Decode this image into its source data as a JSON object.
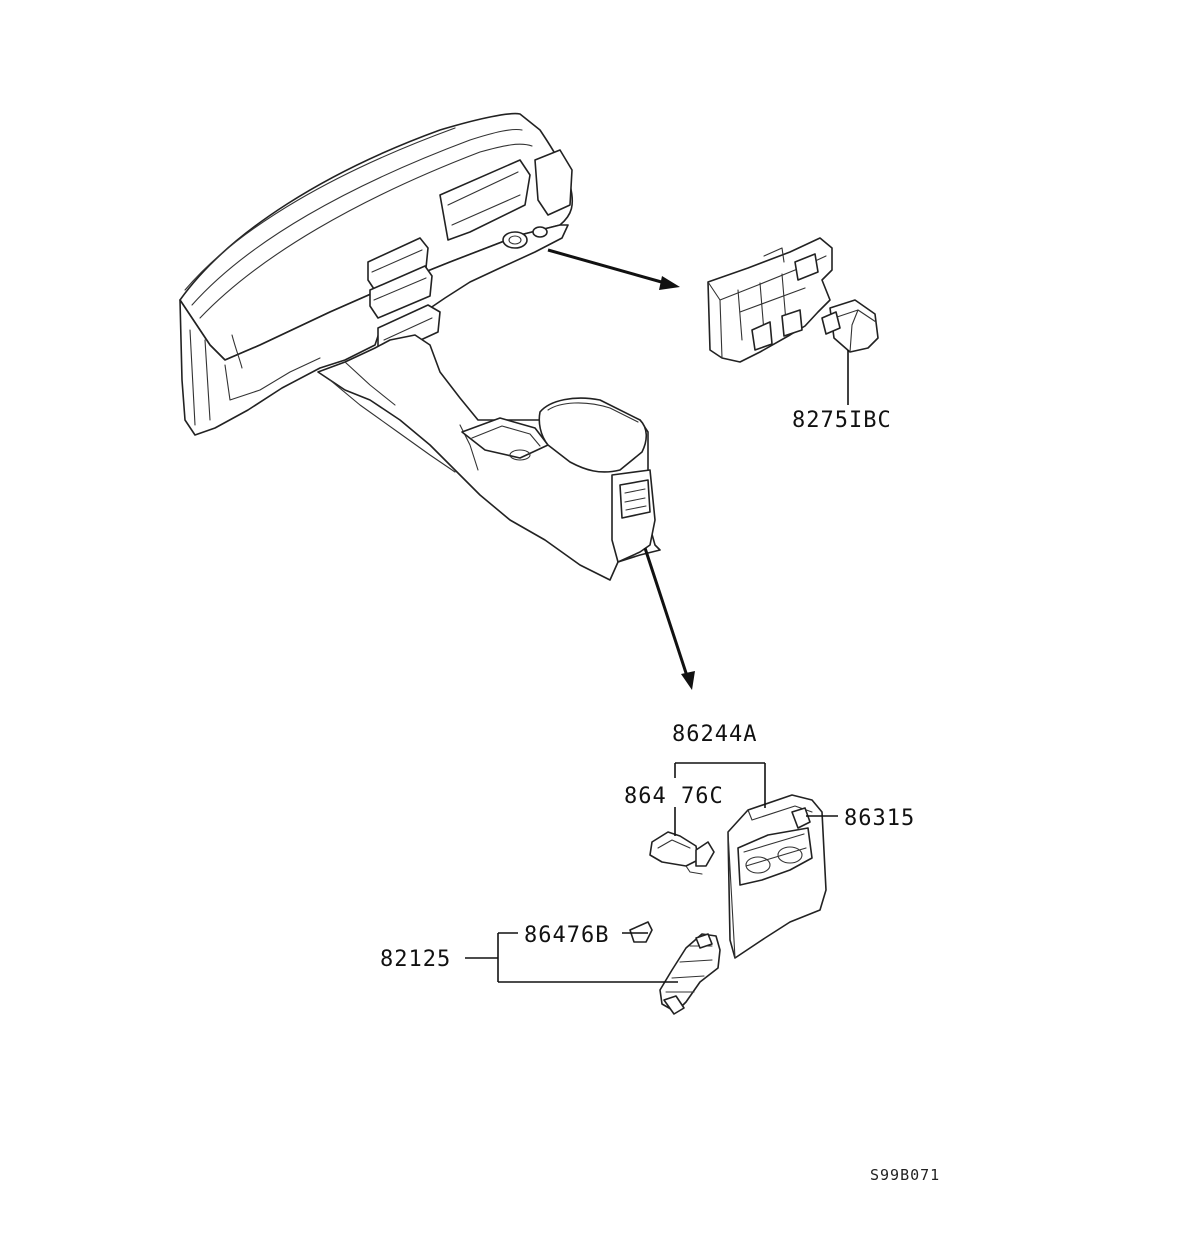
{
  "diagram": {
    "part_labels": {
      "p82751bc": "8275IBC",
      "p86244a": "86244A",
      "p86476c": "864 76C",
      "p86315": "86315",
      "p86476b": "86476B",
      "p82125": "82125"
    },
    "reference_code": "S99B071"
  }
}
